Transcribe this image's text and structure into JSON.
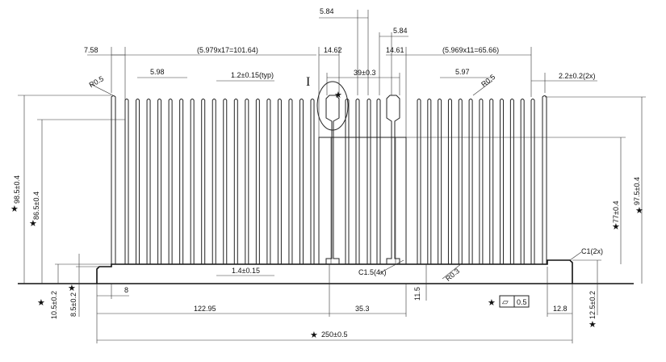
{
  "dims": {
    "pitch_left": "(5.979x17=101.64)",
    "pitch_right": "(5.969x11=65.66)",
    "d_758": "7.58",
    "d_598": "5.98",
    "d_597": "5.97",
    "d_r05a": "R0.5",
    "d_r05b": "R0.5",
    "d_fin_thk": "1.2±0.15(typ)",
    "d_584a": "5.84",
    "d_584b": "5.84",
    "d_1462": "14.62",
    "d_1461": "14.61",
    "d_39": "39±0.3",
    "d_22": "2.2±0.2(2x)",
    "d_c1": "C1(2x)",
    "d_985": "98.5±0.4",
    "d_865": "86.5±0.4",
    "d_975": "97.5±0.4",
    "d_77": "77±0.4",
    "d_14": "1.4±0.15",
    "d_c15": "C1.5(4x)",
    "d_r03": "R0.3",
    "d_8": "8",
    "d_105": "10.5±0.2",
    "d_85": "8.5±0.2",
    "d_12295": "122.95",
    "d_353": "35.3",
    "d_115": "11.5",
    "d_flat": "0.5",
    "d_128": "12.8",
    "d_125": "12.5±0.2",
    "d_250": "250±0.5",
    "detail_label": "I"
  },
  "symbols": {
    "critical_marker": "★",
    "flatness_symbol": "▱"
  }
}
